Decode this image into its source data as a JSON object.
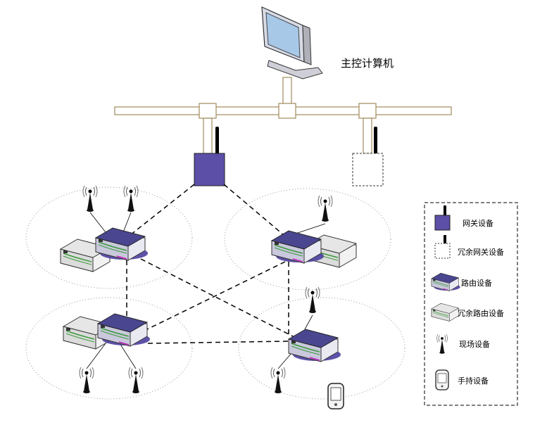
{
  "title": "主控计算机",
  "legend": {
    "items": [
      {
        "icon": "gateway-icon",
        "label": "网关设备"
      },
      {
        "icon": "redundant-gateway-icon",
        "label": "冗余网关设备"
      },
      {
        "icon": "router-icon",
        "label": "路由设备"
      },
      {
        "icon": "redundant-router-icon",
        "label": "冗余路由设备"
      },
      {
        "icon": "field-device-icon",
        "label": "现场设备"
      },
      {
        "icon": "handheld-device-icon",
        "label": "手持设备"
      }
    ]
  },
  "colors": {
    "gateway": "#5b4fa8",
    "router_top": "#4a4690",
    "bus_stroke": "#a08a5c",
    "redundant_gray": "#e8e8e8"
  }
}
